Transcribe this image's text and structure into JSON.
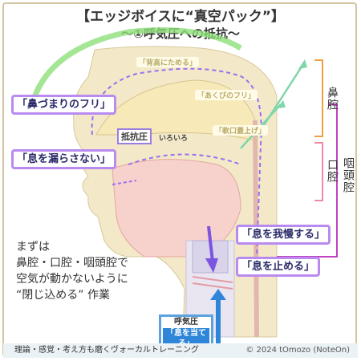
{
  "title": "【エッジボイスに“真空パック”】",
  "subtitle": "〜①呼気圧への抵抗〜",
  "callouts": {
    "nasal": "「鼻づまりのフリ」",
    "breath_keep": "「息を漏らさない」",
    "endure": "「息を我慢する」",
    "stop": "「息を止める」"
  },
  "pale_labels": {
    "top": "「背高にためる」",
    "yawn": "「あくびのフリ」",
    "soft_palate": "「軟口蓋上げ」"
  },
  "resistance": {
    "label": "抵抗圧",
    "note": "いろいろ"
  },
  "cavities": {
    "nasal": "鼻腔",
    "oral": "口腔",
    "pharynx": "咽頭腔"
  },
  "handnote": [
    "まずは",
    "鼻腔・口腔・咽頭腔で",
    "空気が動かないように",
    "“閉じ込める” 作業"
  ],
  "breath": {
    "label": "呼気圧",
    "inner": "「息を当てる」"
  },
  "footer": {
    "left": "理論・感覚・考え方も磨くヴォーカルトレーニング",
    "right": "© 2024 tOmozo (NoteOn)"
  },
  "colors": {
    "purple": "#9b6ff0",
    "green": "#7fd86a",
    "blue": "#2f86d9",
    "orange": "#f0a040",
    "teal": "#6ec9a8",
    "skin": "#f3e9c8",
    "mouth": "#f7d1cc"
  }
}
